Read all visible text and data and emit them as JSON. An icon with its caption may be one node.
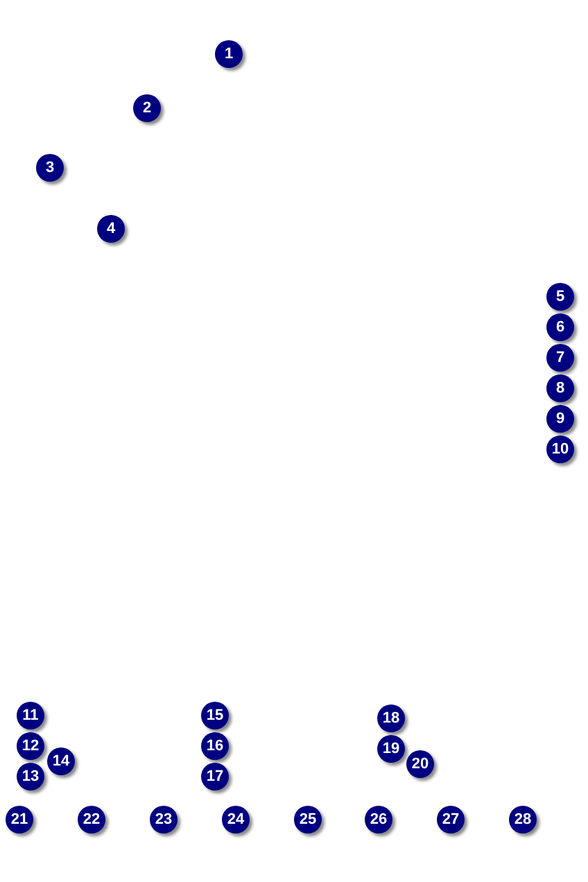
{
  "diagram": {
    "labels": [
      "1",
      "2",
      "3",
      "4",
      "5",
      "6",
      "7",
      "8",
      "9",
      "10",
      "11",
      "12",
      "13",
      "14",
      "15",
      "16",
      "17",
      "18",
      "19",
      "20",
      "21",
      "22",
      "23",
      "24",
      "25",
      "26",
      "27",
      "28"
    ]
  }
}
